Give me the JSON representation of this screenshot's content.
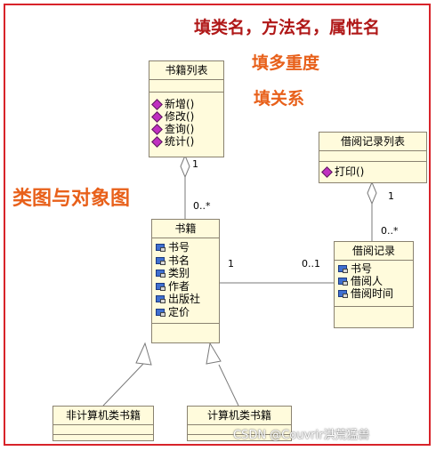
{
  "notes": {
    "fill_names": "填类名，方法名，属性名",
    "fill_multiplicity": "填多重度",
    "fill_relations": "填关系",
    "diagram_title": "类图与对象图"
  },
  "classes": {
    "book_list": {
      "name": "书籍列表",
      "operations": [
        "新增()",
        "修改()",
        "查询()",
        "统计()"
      ]
    },
    "borrow_list": {
      "name": "借阅记录列表",
      "operations": [
        "打印()"
      ]
    },
    "book": {
      "name": "书籍",
      "attributes": [
        "书号",
        "书名",
        "类别",
        "作者",
        "出版社",
        "定价"
      ]
    },
    "borrow": {
      "name": "借阅记录",
      "attributes": [
        "书号",
        "借阅人",
        "借阅时间"
      ]
    },
    "non_cs_book": {
      "name": "非计算机类书籍"
    },
    "cs_book": {
      "name": "计算机类书籍"
    }
  },
  "multiplicities": {
    "booklist_one": "1",
    "book_many": "0..*",
    "borrowlist_one": "1",
    "borrow_many": "0..*",
    "book_assoc": "1",
    "borrow_assoc": "0..1"
  },
  "watermark": "CSDN @Couvrir洪荒猛兽",
  "colors": {
    "frame": "#d8232a",
    "note_dark": "#b01818",
    "note_orange": "#e8601a",
    "class_fill": "#fffbdc"
  }
}
